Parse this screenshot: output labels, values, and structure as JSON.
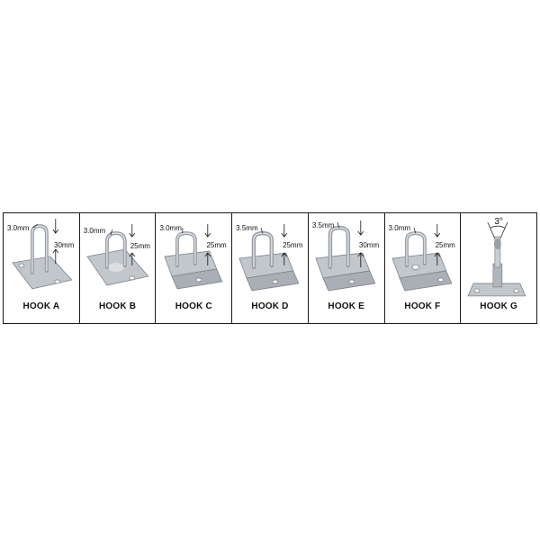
{
  "hooks": [
    {
      "label": "HOOK A",
      "wire": "3.0mm",
      "height": "30mm",
      "style": "flat"
    },
    {
      "label": "HOOK B",
      "wire": "3.0mm",
      "height": "25mm",
      "style": "flat"
    },
    {
      "label": "HOOK C",
      "wire": "3.0mm",
      "height": "25mm",
      "style": "bent"
    },
    {
      "label": "HOOK D",
      "wire": "3.5mm",
      "height": "25mm",
      "style": "bent"
    },
    {
      "label": "HOOK E",
      "wire": "3.5mm",
      "height": "30mm",
      "style": "bent"
    },
    {
      "label": "HOOK F",
      "wire": "3.0mm",
      "height": "25mm",
      "style": "bent"
    },
    {
      "label": "HOOK G",
      "angle": "3°",
      "style": "pin"
    }
  ],
  "colors": {
    "metal": "#b9bec4",
    "metal_dark": "#7d848c",
    "border": "#1a1a1a"
  }
}
